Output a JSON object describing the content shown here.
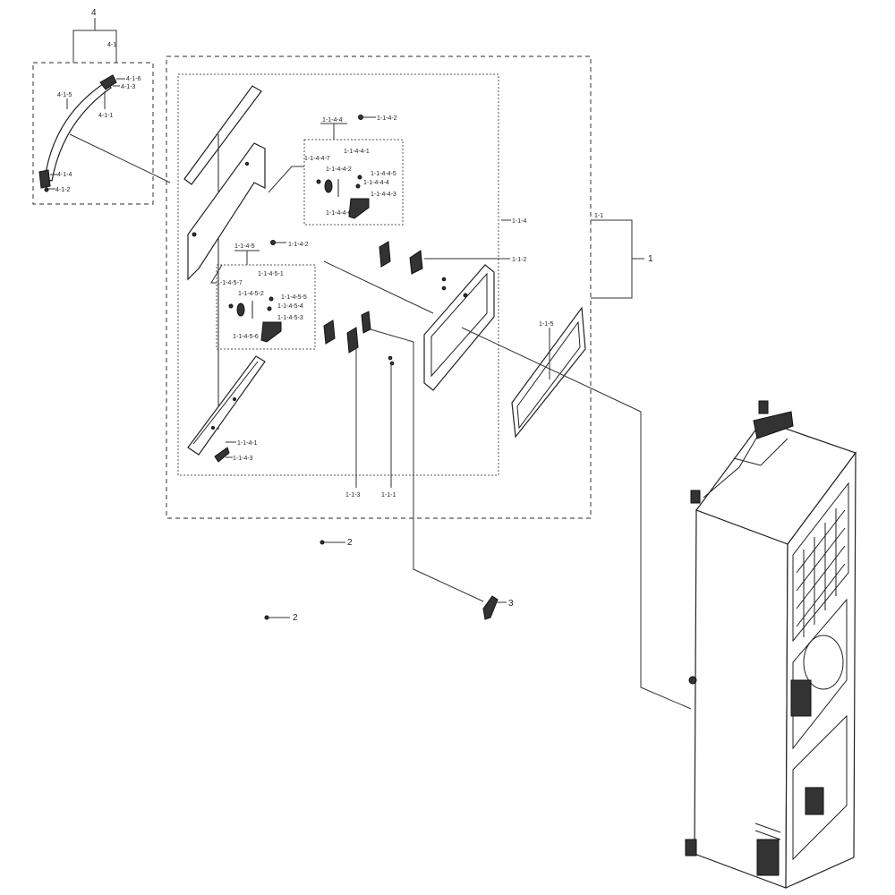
{
  "labels": {
    "l4": "4",
    "l4_1": "4-1",
    "l4_1_6": "4-1-6",
    "l4_1_3": "4-1-3",
    "l4_1_5": "4-1-5",
    "l4_1_1": "4-1-1",
    "l4_1_4": "4-1-4",
    "l4_1_2": "4-1-2",
    "l1_1_4_2a": "1-1-4-2",
    "l1_1_4_4": "1-1-4-4",
    "l1_1_4_4_1": "1-1-4-4-1",
    "l1_1_4_4_7": "1-1-4-4-7",
    "l1_1_4_4_2": "1-1-4-4-2",
    "l1_1_4_4_5": "1-1-4-4-5",
    "l1_1_4_4_4": "1-1-4-4-4",
    "l1_1_4_4_3": "1-1-4-4-3",
    "l1_1_4_4_6": "1-1-4-4-6",
    "l1_1_4": "1-1-4",
    "l1_1": "1-1",
    "l1": "1",
    "l1_1_4_5": "1-1-4-5",
    "l1_1_4_2b": "1-1-4-2",
    "l1_1_2": "1-1-2",
    "l1_1_4_5_1": "1-1-4-5-1",
    "l1_1_4_5_7": "1-1-4-5-7",
    "l1_1_4_5_2": "1-1-4-5-2",
    "l1_1_4_5_5": "1-1-4-5-5",
    "l1_1_4_5_4": "1-1-4-5-4",
    "l1_1_4_5_3": "1-1-4-5-3",
    "l1_1_4_5_6": "1-1-4-5-6",
    "l1_1_5": "1-1-5",
    "l1_1_4_1": "1-1-4-1",
    "l1_1_4_3": "1-1-4-3",
    "l1_1_3": "1-1-3",
    "l1_1_1": "1-1-1",
    "l2a": "2",
    "l2b": "2",
    "l3": "3"
  }
}
